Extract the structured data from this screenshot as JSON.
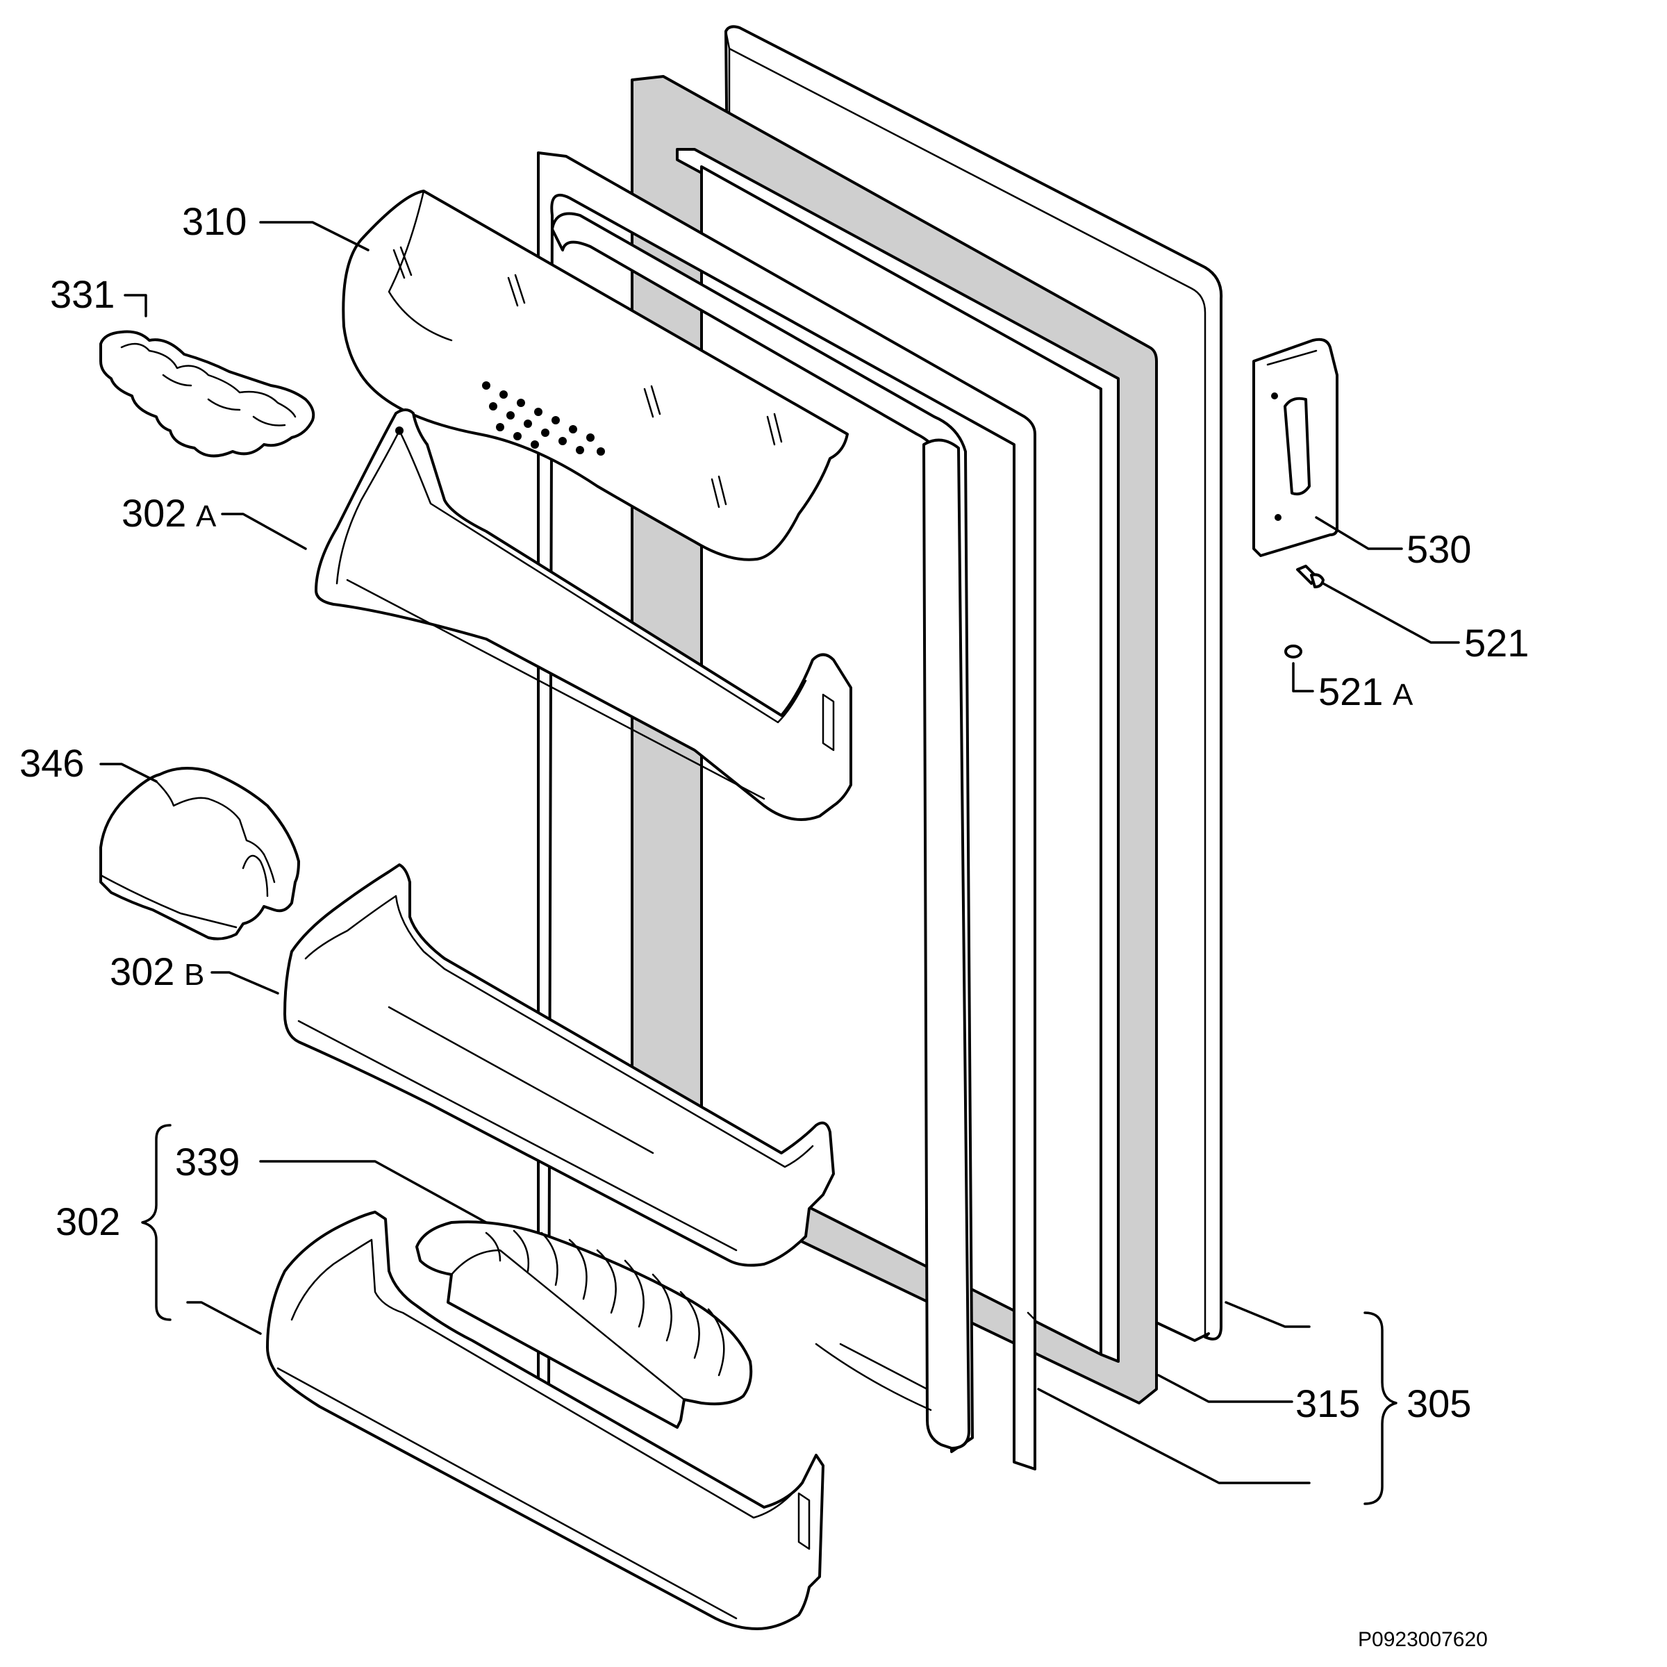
{
  "labels": {
    "p310": "310",
    "p331": "331",
    "p302a": "302",
    "p302a_suffix": "A",
    "p346": "346",
    "p302b": "302",
    "p302b_suffix": "B",
    "p339": "339",
    "p302": "302",
    "p530": "530",
    "p521": "521",
    "p521a": "521",
    "p521a_suffix": "A",
    "p315": "315",
    "p305": "305"
  },
  "drawing_code": "P0923007620"
}
